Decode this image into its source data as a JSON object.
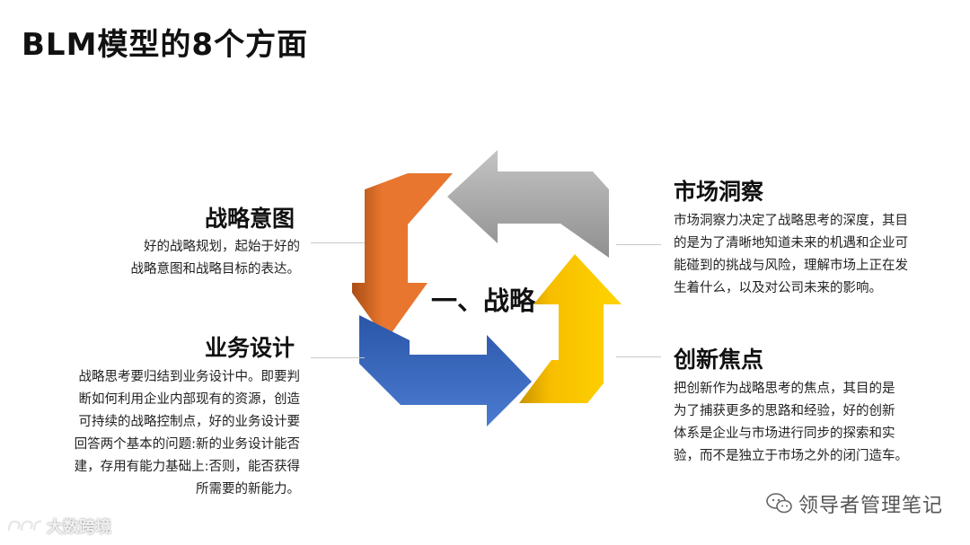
{
  "title": "BLM模型的8个方面",
  "center_label": "一、战略",
  "sections": {
    "strategic_intent": {
      "heading": "战略意图",
      "lines": [
        "好的战略规划，起始于好的",
        "战略意图和战略目标的表达。"
      ]
    },
    "business_design": {
      "heading": "业务设计",
      "lines": [
        "战略思考要归结到业务设计中。即要判",
        "断如何利用企业内部现有的资源，创造",
        "可持续的战略控制点，好的业务设计要",
        "回答两个基本的问题:新的业务设计能否",
        "建，存用有能力基础上:否则，能否获得",
        "所需要的新能力。"
      ]
    },
    "market_insight": {
      "heading": "市场洞察",
      "lines": [
        "市场洞察力决定了战略思考的深度，其目",
        "的是为了清晰地知道未来的机遇和企业可",
        "能碰到的挑战与风险，理解市场上正在发",
        "生着什么，以及对公司未来的影响。"
      ]
    },
    "innovation_focus": {
      "heading": "创新焦点",
      "lines": [
        "把创新作为战略思考的焦点，其目的是",
        "为了捕获更多的思路和经验，好的创新",
        "体系是企业与市场进行同步的探索和实",
        "验，而不是独立于市场之外的闭门造车。"
      ]
    }
  },
  "arrow_colors": {
    "orange": "#E8762E",
    "gray": "#A6A6A6",
    "yellow": "#F7BE00",
    "blue": "#3F6FC4"
  },
  "watermarks": {
    "brand": "领导者管理笔记",
    "brand_icon": "wechat-icon",
    "corner": "大数跨境",
    "corner_icon": "logo-icon"
  }
}
